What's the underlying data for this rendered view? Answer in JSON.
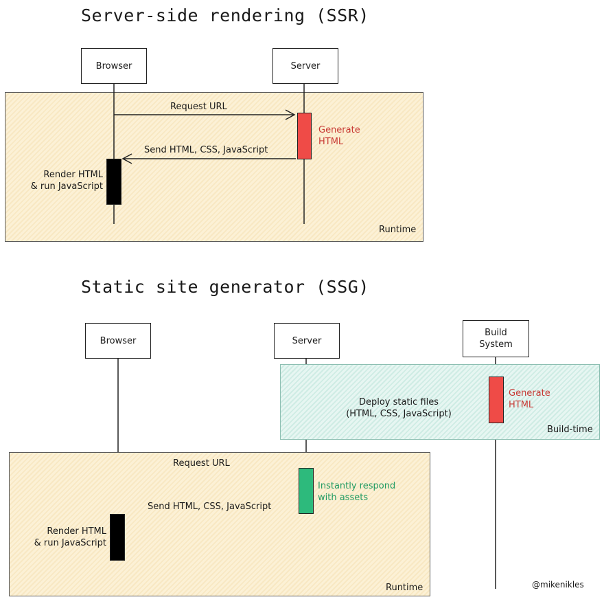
{
  "ssr": {
    "title": "Server-side rendering (SSR)",
    "browser": "Browser",
    "server": "Server",
    "request": "Request URL",
    "response": "Send HTML, CSS, JavaScript",
    "generate": "Generate\nHTML",
    "render": "Render HTML\n& run JavaScript",
    "zone": "Runtime"
  },
  "ssg": {
    "title": "Static site generator (SSG)",
    "browser": "Browser",
    "server": "Server",
    "build_system": "Build\nSystem",
    "deploy": "Deploy static files\n(HTML, CSS, JavaScript)",
    "generate": "Generate\nHTML",
    "build_zone": "Build-time",
    "request": "Request URL",
    "respond": "Instantly respond\nwith assets",
    "response": "Send HTML, CSS, JavaScript",
    "render": "Render HTML\n& run JavaScript",
    "zone": "Runtime"
  },
  "credit": "@mikenikles",
  "colors": {
    "generate": "#ef4b47",
    "respond": "#2dba7c",
    "render": "#000000"
  }
}
